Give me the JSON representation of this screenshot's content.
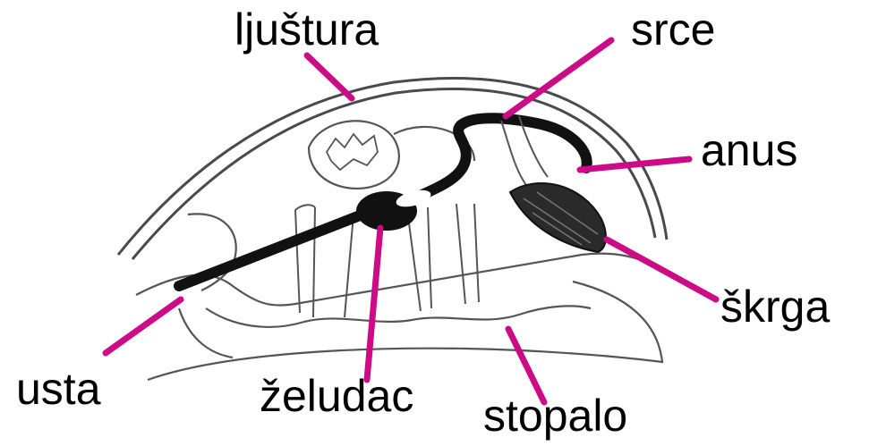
{
  "labels": {
    "shell": "ljuštura",
    "heart": "srce",
    "anus": "anus",
    "gill": "škrga",
    "mouth": "usta",
    "stomach": "želudac",
    "foot": "stopalo"
  },
  "colors": {
    "leader": "#cc0c86",
    "outline": "#4a4a4a",
    "organ_fill": "#111111"
  }
}
